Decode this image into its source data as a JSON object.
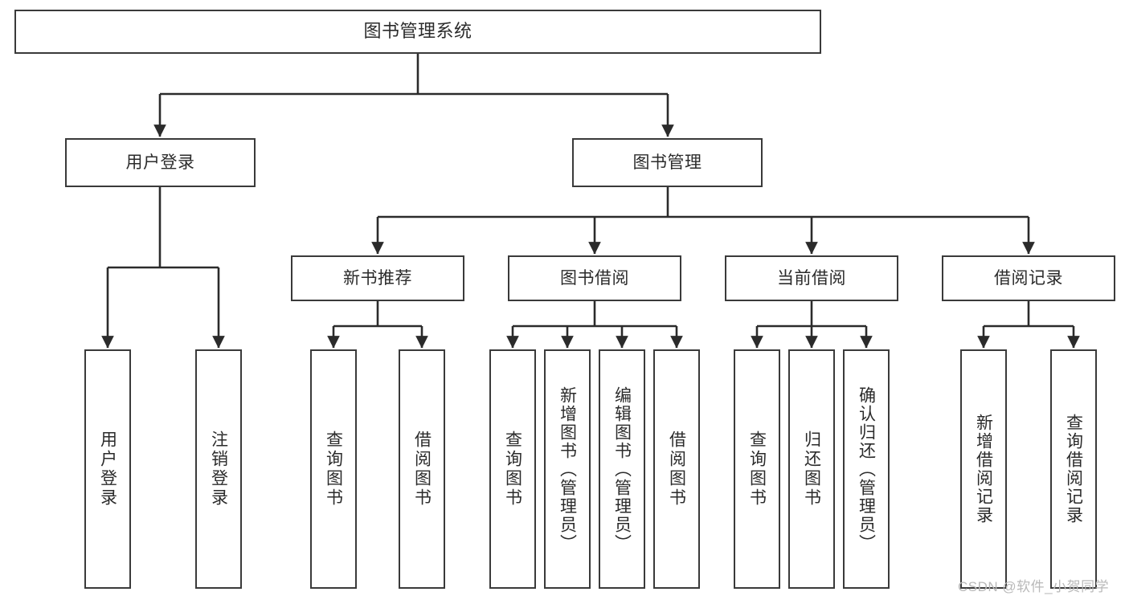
{
  "diagram": {
    "title": "图书管理系统",
    "type": "tree",
    "theme": {
      "background": "#ffffff",
      "box_border": "#3a3a3a",
      "box_fill": "#ffffff",
      "text": "#2b2b2b",
      "edge": "#2b2b2b",
      "watermark": "#b9b9b9"
    }
  },
  "nodes": {
    "root": {
      "label": "图书管理系统"
    },
    "level1": [
      {
        "id": "user-login",
        "label": "用户登录"
      },
      {
        "id": "book-manage",
        "label": "图书管理"
      }
    ],
    "level2": [
      {
        "id": "new-book-recommend",
        "label": "新书推荐"
      },
      {
        "id": "book-borrow",
        "label": "图书借阅"
      },
      {
        "id": "current-borrow",
        "label": "当前借阅"
      },
      {
        "id": "borrow-record",
        "label": "借阅记录"
      }
    ],
    "leaves": {
      "user-login": [
        {
          "id": "leaf-user-login",
          "label": "用户登录"
        },
        {
          "id": "leaf-logout",
          "label": "注销登录"
        }
      ],
      "new-book-recommend": [
        {
          "id": "leaf-query-book-1",
          "label": "查询图书"
        },
        {
          "id": "leaf-borrow-book-1",
          "label": "借阅图书"
        }
      ],
      "book-borrow": [
        {
          "id": "leaf-query-book-2",
          "label": "查询图书"
        },
        {
          "id": "leaf-add-book",
          "label": "新增图书（管理员）"
        },
        {
          "id": "leaf-edit-book",
          "label": "编辑图书（管理员）"
        },
        {
          "id": "leaf-borrow-book-2",
          "label": "借阅图书"
        }
      ],
      "current-borrow": [
        {
          "id": "leaf-query-book-3",
          "label": "查询图书"
        },
        {
          "id": "leaf-return-book",
          "label": "归还图书"
        },
        {
          "id": "leaf-confirm-return",
          "label": "确认归还（管理员）"
        }
      ],
      "borrow-record": [
        {
          "id": "leaf-add-record",
          "label": "新增借阅记录"
        },
        {
          "id": "leaf-query-record",
          "label": "查询借阅记录"
        }
      ]
    }
  },
  "watermark": {
    "text": "CSDN @软件_小贺同学"
  }
}
